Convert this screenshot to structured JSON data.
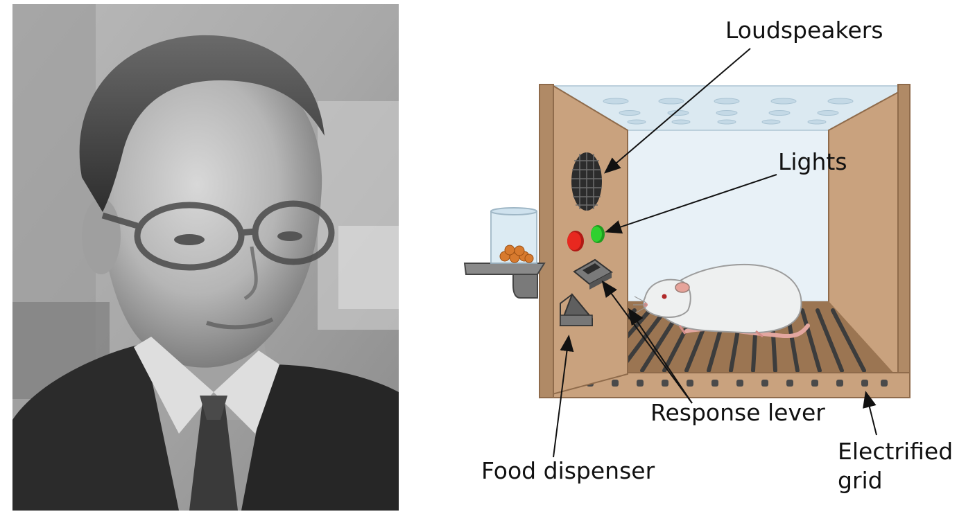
{
  "labels": {
    "loudspeakers": "Loudspeakers",
    "lights": "Lights",
    "response_lever": "Response lever",
    "electrified": "Electrified",
    "grid": "grid",
    "food_dispenser": "Food dispenser"
  },
  "colors": {
    "box": "#c9a27e",
    "box_dark": "#a9835f",
    "box_edge": "#8f6b4b",
    "glass": "#e8f1f7",
    "floor": "#9b7552",
    "light_red": "#e8281f",
    "light_green": "#2fd12f",
    "rat": "#eef0f0",
    "tail": "#e3a7a0",
    "metal": "#6f6f6f"
  }
}
